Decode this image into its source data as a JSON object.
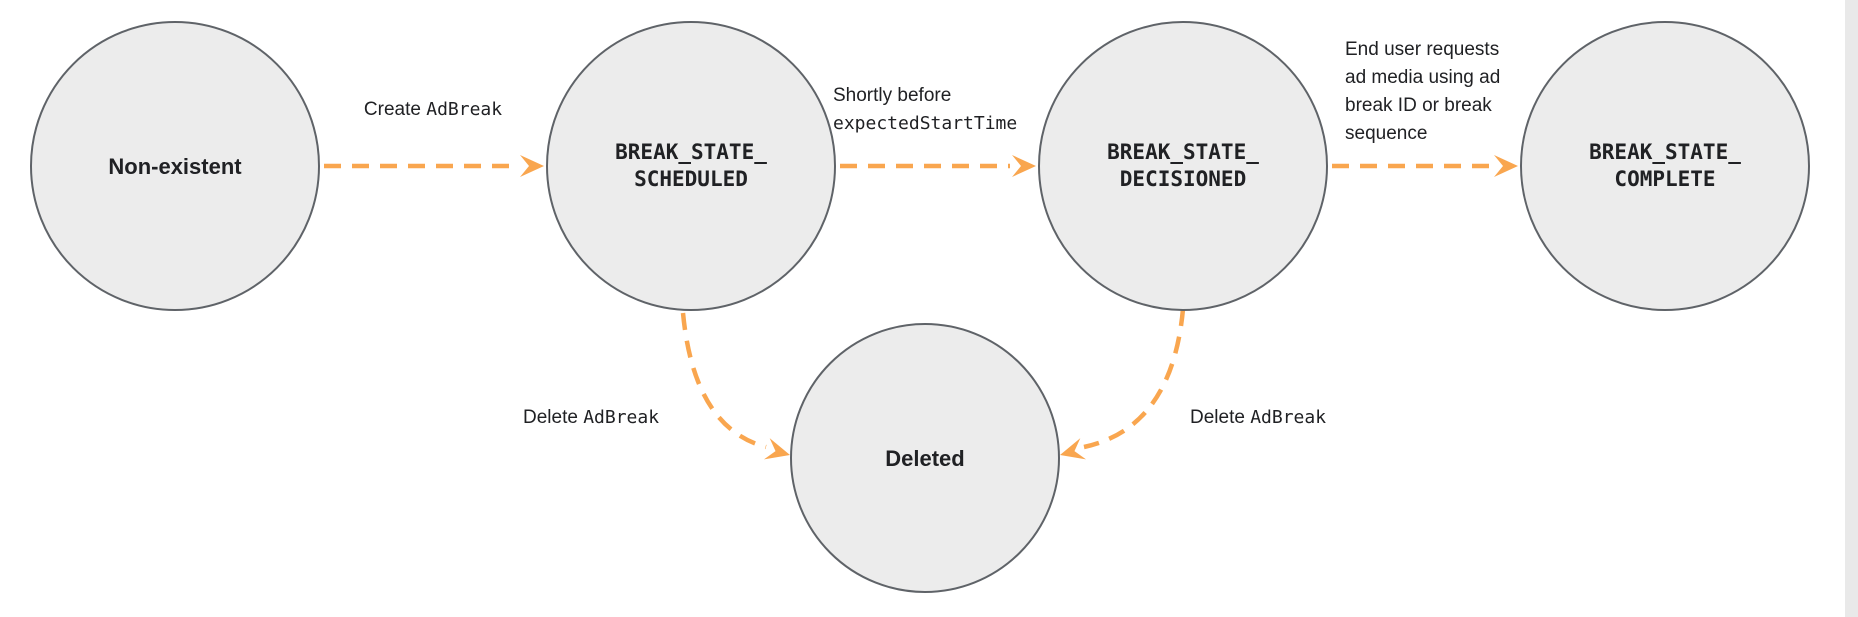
{
  "colors": {
    "arrow": "#f9a64f",
    "circle_fill": "#ececec",
    "circle_border": "#5f6368",
    "text": "#202124",
    "edge_strip": "#e9e9e9"
  },
  "states": {
    "non_existent": {
      "label": "Non-existent"
    },
    "scheduled": {
      "line1": "BREAK_STATE_",
      "line2": "SCHEDULED"
    },
    "decisioned": {
      "line1": "BREAK_STATE_",
      "line2": "DECISIONED"
    },
    "complete": {
      "line1": "BREAK_STATE_",
      "line2": "COMPLETE"
    },
    "deleted": {
      "label": "Deleted"
    }
  },
  "transitions": {
    "create": {
      "text": "Create ",
      "code": "AdBreak"
    },
    "decision": {
      "text": "Shortly before",
      "code": "expectedStartTime"
    },
    "complete": {
      "lines": [
        "End user requests",
        "ad media using ad",
        "break ID or break",
        "sequence"
      ]
    },
    "delete_scheduled": {
      "text": "Delete ",
      "code": "AdBreak"
    },
    "delete_decisioned": {
      "text": "Delete ",
      "code": "AdBreak"
    }
  }
}
